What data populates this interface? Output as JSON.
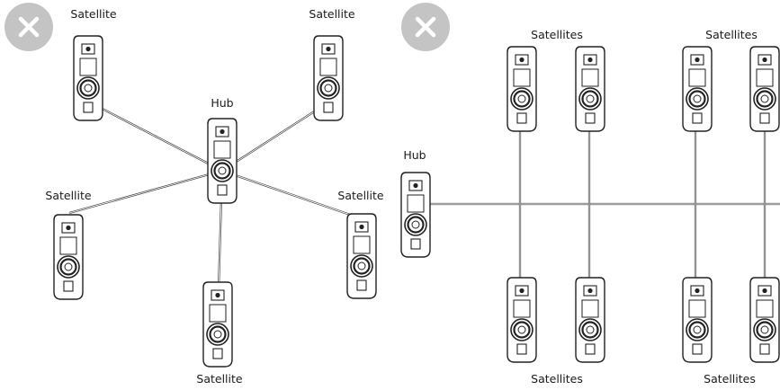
{
  "close_icon": "x-icon",
  "colors": {
    "close_circle": "#c4c4c4",
    "close_mark": "#ffffff",
    "cable": "#3b3b3b",
    "outline": "#222222"
  },
  "star_topology": {
    "hub_label": "Hub",
    "satellite_labels": [
      "Satellite",
      "Satellite",
      "Satellite",
      "Satellite",
      "Satellite"
    ]
  },
  "bus_topology": {
    "hub_label": "Hub",
    "group_labels": [
      "Satellites",
      "Satellites",
      "Satellites",
      "Satellites"
    ]
  }
}
